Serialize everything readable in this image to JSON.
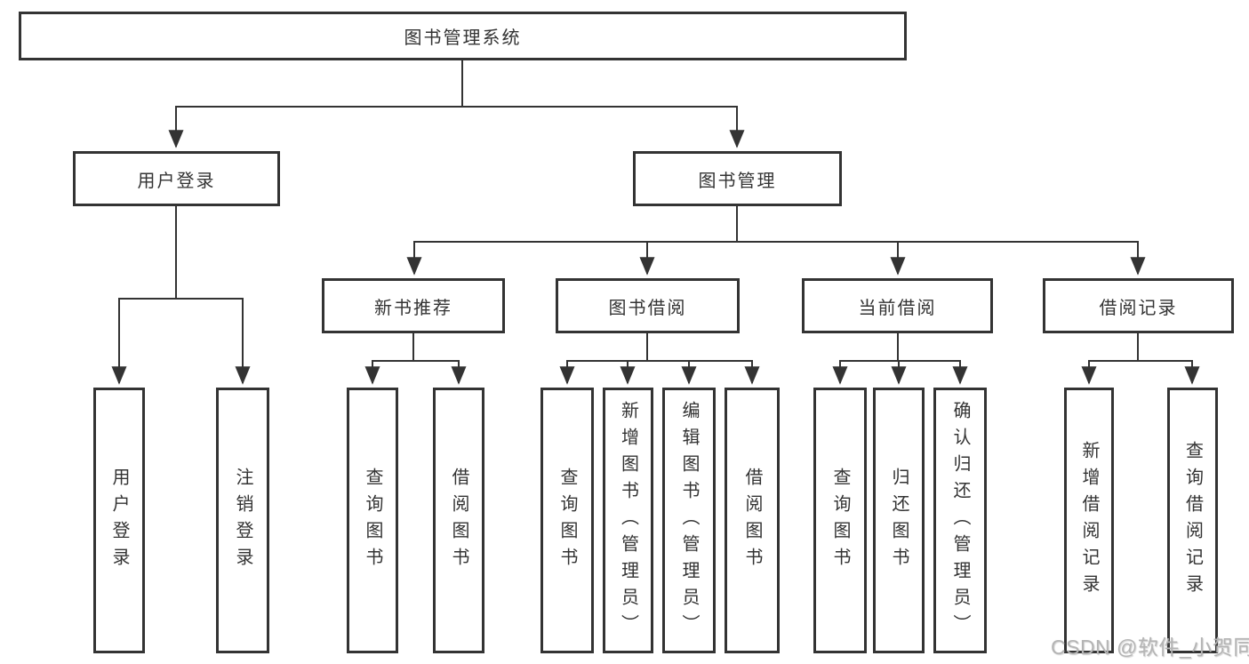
{
  "colors": {
    "line": "#333333",
    "text": "#333333",
    "box_bg": "#ffffff",
    "watermark": "#b4b4b4"
  },
  "watermark": {
    "text": "CSDN @软件_小贺同学"
  },
  "tree": {
    "root": {
      "label": "图书管理系统",
      "children": [
        {
          "label": "用户登录",
          "children": [
            {
              "label": "用户登录"
            },
            {
              "label": "注销登录"
            }
          ]
        },
        {
          "label": "图书管理",
          "children": [
            {
              "label": "新书推荐",
              "children": [
                {
                  "label": "查询图书"
                },
                {
                  "label": "借阅图书"
                }
              ]
            },
            {
              "label": "图书借阅",
              "children": [
                {
                  "label": "查询图书"
                },
                {
                  "label": "新增图书（管理员）"
                },
                {
                  "label": "编辑图书（管理员）"
                },
                {
                  "label": "借阅图书"
                }
              ]
            },
            {
              "label": "当前借阅",
              "children": [
                {
                  "label": "查询图书"
                },
                {
                  "label": "归还图书"
                },
                {
                  "label": "确认归还（管理员）"
                }
              ]
            },
            {
              "label": "借阅记录",
              "children": [
                {
                  "label": "新增借阅记录"
                },
                {
                  "label": "查询借阅记录"
                }
              ]
            }
          ]
        }
      ]
    }
  }
}
